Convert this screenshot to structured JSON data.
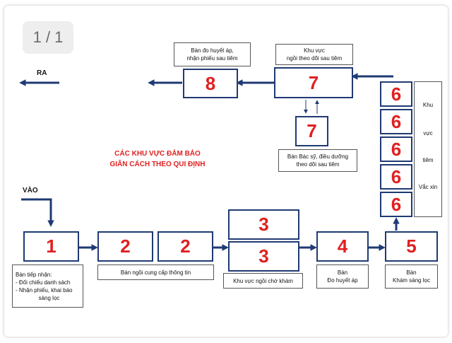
{
  "page_indicator": "1 / 1",
  "labels": {
    "exit": "RA",
    "entry": "VÀO",
    "title_line1": "CÁC KHU VỰC ĐẢM BẢO",
    "title_line2": "GIÃN CÁCH THEO QUI ĐỊNH"
  },
  "stations": {
    "s1": "1",
    "s2a": "2",
    "s2b": "2",
    "s3a": "3",
    "s3b": "3",
    "s4": "4",
    "s5": "5",
    "s6": [
      "6",
      "6",
      "6",
      "6",
      "6"
    ],
    "s7_top": "7",
    "s7_small": "7",
    "s8": "8"
  },
  "captions": {
    "reception": [
      "Bàn tiếp nhận:",
      "- Đối chiếu danh sách",
      "- Nhận phiếu, khai báo",
      "sàng lọc"
    ],
    "info": "Bàn ngồi cung cấp thông tin",
    "waiting": "Khu vực ngồi chờ khám",
    "blood_pressure": [
      "Bàn",
      "Đo huyết áp"
    ],
    "screening": [
      "Bàn",
      "Khám sàng lọc"
    ],
    "vaccination": [
      "Khu",
      "vực",
      "tiêm",
      "Vắc xin"
    ],
    "observation_area": [
      "Khu vực",
      "ngồi theo dõi sau tiêm"
    ],
    "doctor": [
      "Bàn Bác sỹ, điều dưỡng",
      "theo dõi sau tiêm"
    ],
    "exit_desk": [
      "Bàn đo huyết áp,",
      "nhận phiếu sau tiêm"
    ]
  },
  "colors": {
    "number": "#e02020",
    "box_border": "#1f3a73",
    "arrow": "#1f3a73",
    "title": "#e02020"
  }
}
